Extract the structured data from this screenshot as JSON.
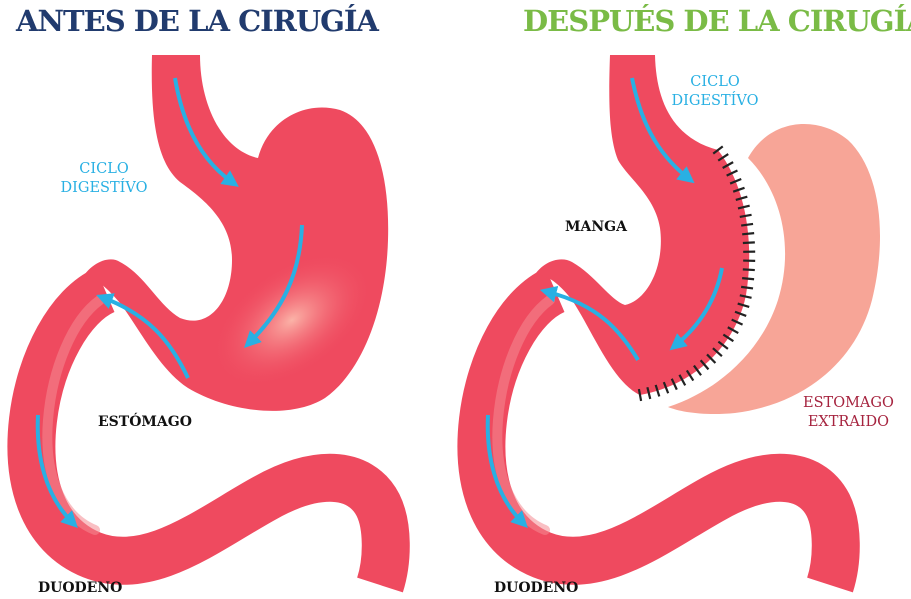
{
  "colors": {
    "title_before": "#213b6e",
    "title_after": "#7abb46",
    "organ": "#ef4a5f",
    "organ_outline": "#d8344c",
    "highlight": "#f9a59c",
    "removed": "#f7a597",
    "arrow": "#29b0e3",
    "staple": "#222222"
  },
  "icons": [
    "flow-arrow",
    "staple-line"
  ],
  "before": {
    "title": "ANTES DE LA CIRUGÍA",
    "cycle_label_line1": "CICLO",
    "cycle_label_line2": "DIGESTÍVO",
    "stomach_label": "ESTÓMAGO",
    "duodenum_label": "DUODENO"
  },
  "after": {
    "title": "DESPUÉS DE LA CIRUGÍA",
    "cycle_label_line1": "CICLO",
    "cycle_label_line2": "DIGESTÍVO",
    "sleeve_label": "MANGA",
    "removed_label_line1": "ESTOMAGO",
    "removed_label_line2": "EXTRAIDO",
    "duodenum_label": "DUODENO"
  }
}
